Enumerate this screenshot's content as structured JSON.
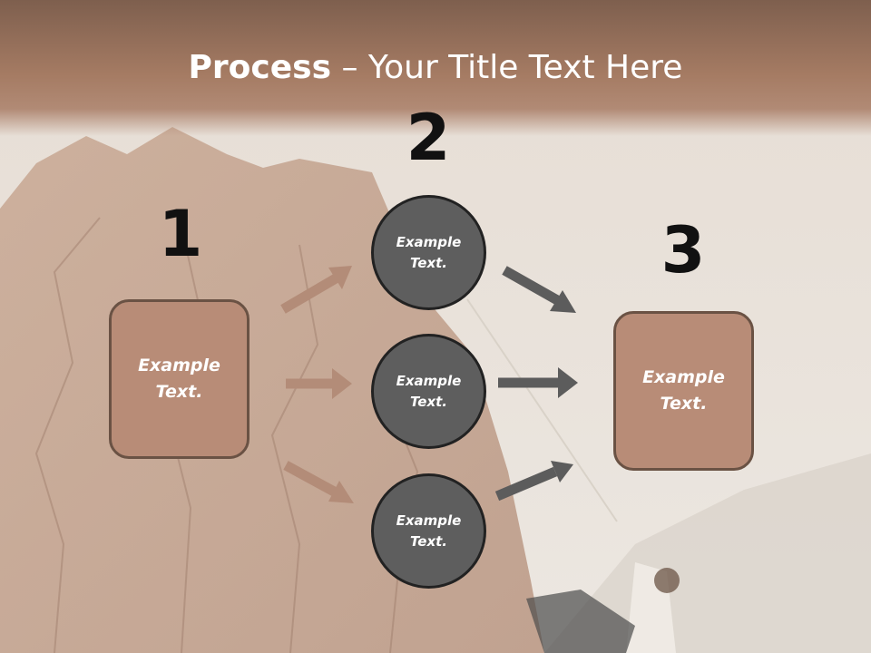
{
  "title": {
    "bold": "Process",
    "rest": " – Your Title Text Here"
  },
  "steps": [
    "1",
    "2",
    "3"
  ],
  "box1": {
    "label": "Example Text."
  },
  "circles": [
    {
      "label": "Example Text."
    },
    {
      "label": "Example Text."
    },
    {
      "label": "Example Text."
    }
  ],
  "box3": {
    "label": "Example Text."
  },
  "colors": {
    "title_band": "#a57b63",
    "box_fill": "#b88c77",
    "box_border": "#6a5244",
    "circle_fill": "#5e5e5e",
    "arrow_left": "#b38c78",
    "arrow_right": "#5c5c5c"
  }
}
